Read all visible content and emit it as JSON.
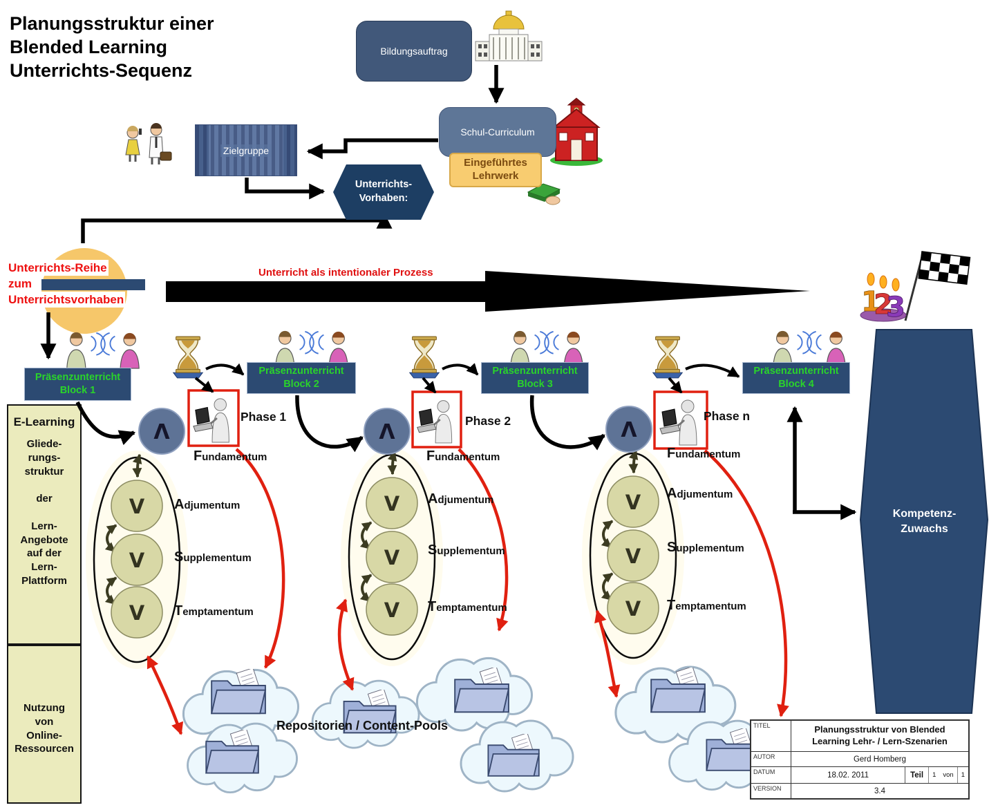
{
  "page": {
    "title_lines": "Planungsstruktur  einer\nBlended Learning\nUnterrichts-Sequenz"
  },
  "top": {
    "bildungsauftrag": "Bildungsauftrag",
    "schul_curriculum": "Schul-Curriculum",
    "lehrwerk": "Eingeführtes\nLehrwerk",
    "zielgruppe": "Zielgruppe",
    "vorhaben": "Unterrichts-\nVorhaben:"
  },
  "reihe": {
    "l1": "Unterrichts-Reihe",
    "l2": "zum",
    "l3": "Unterrichtsvorhaben"
  },
  "process_arrow_label": "Unterricht als intentionaler Prozess",
  "blocks": [
    {
      "l1": "Präsenzunterricht",
      "l2": "Block 1"
    },
    {
      "l1": "Präsenzunterricht",
      "l2": "Block 2"
    },
    {
      "l1": "Präsenzunterricht",
      "l2": "Block 3"
    },
    {
      "l1": "Präsenzunterricht",
      "l2": "Block 4"
    }
  ],
  "phases": [
    "Phase 1",
    "Phase 2",
    "Phase n"
  ],
  "fast": {
    "fundamentum": {
      "i": "F",
      "r": "undamentum"
    },
    "adjumentum": {
      "i": "A",
      "r": "djumentum"
    },
    "supplementum": {
      "i": "S",
      "r": "upplementum"
    },
    "temptamentum": {
      "i": "T",
      "r": "emptamentum"
    }
  },
  "symbols": {
    "lambda": "Λ",
    "vee": "V",
    "flag_numbers": [
      "1",
      "2",
      "3"
    ]
  },
  "sidebar": {
    "elearning": "E-Learning",
    "structure": "Gliede-\nrungs-\nstruktur\n\nder\n\nLern-\nAngebote\nauf der\nLern-\nPlattform",
    "nutzung": "Nutzung\nvon\nOnline-\nRessourcen"
  },
  "kompetenz": "Kompetenz-\nZuwachs",
  "repositories": "Repositorien / Content-Pools",
  "titleblock": {
    "titel_label": "TITEL",
    "titel": "Planungsstruktur von Blended\nLearning Lehr- / Lern-Szenarien",
    "autor_label": "AUTOR",
    "autor": "Gerd Homberg",
    "datum_label": "DATUM",
    "datum": "18.02. 2011",
    "teil": "Teil",
    "teil_nr": "1",
    "von": "von",
    "von_nr": "1",
    "version_label": "VERSION",
    "version": "3.4"
  }
}
